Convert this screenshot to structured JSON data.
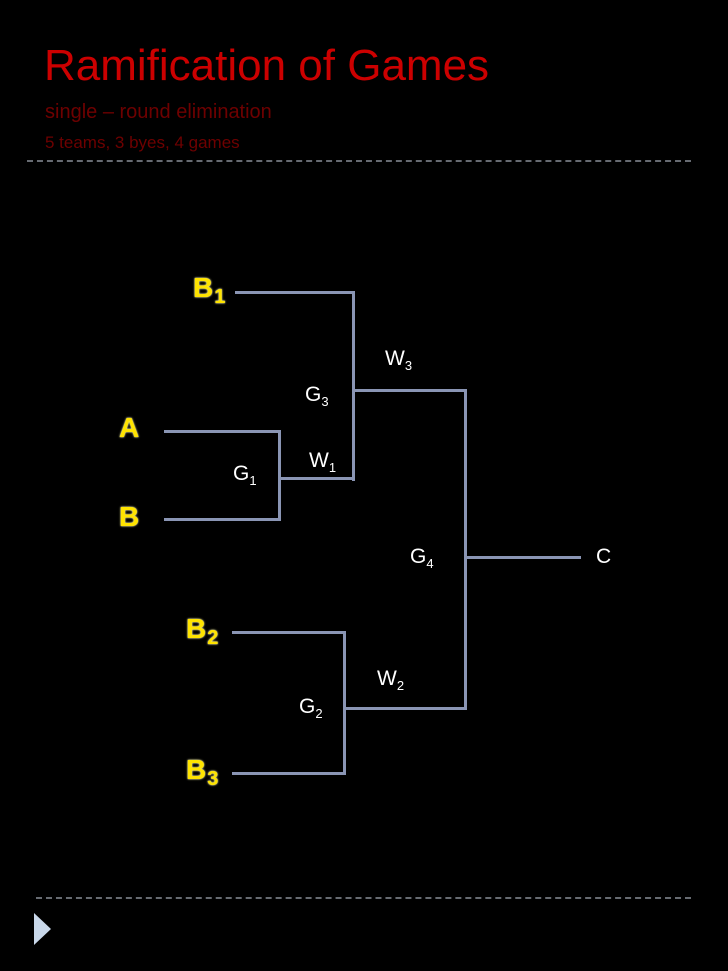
{
  "slide": {
    "title": "Ramification of Games",
    "subtitle_1": "single – round elimination",
    "subtitle_2": "5 teams, 3 byes, 4 games",
    "background_color": "#000000",
    "title_color": "#cc0000",
    "subtitle_color": "#6e0000",
    "team_color": "#ffe400",
    "game_color": "#ffffff",
    "line_color": "#8a95b4",
    "arrow_color": "#c9d8ea",
    "rule_color": "#8a8f99"
  },
  "bracket": {
    "teams": [
      {
        "id": "b1",
        "base": "B",
        "sub": "1"
      },
      {
        "id": "a",
        "base": "A",
        "sub": ""
      },
      {
        "id": "b",
        "base": "B",
        "sub": ""
      },
      {
        "id": "b2",
        "base": "B",
        "sub": "2"
      },
      {
        "id": "b3",
        "base": "B",
        "sub": "3"
      }
    ],
    "games": [
      {
        "id": "g1",
        "base": "G",
        "sub": "1"
      },
      {
        "id": "g2",
        "base": "G",
        "sub": "2"
      },
      {
        "id": "g3",
        "base": "G",
        "sub": "3"
      },
      {
        "id": "g4",
        "base": "G",
        "sub": "4"
      }
    ],
    "winners": [
      {
        "id": "w1",
        "base": "W",
        "sub": "1"
      },
      {
        "id": "w2",
        "base": "W",
        "sub": "2"
      },
      {
        "id": "w3",
        "base": "W",
        "sub": "3"
      }
    ],
    "champion": "C"
  },
  "navigation": {
    "next_icon": "next-slide-triangle-icon"
  }
}
